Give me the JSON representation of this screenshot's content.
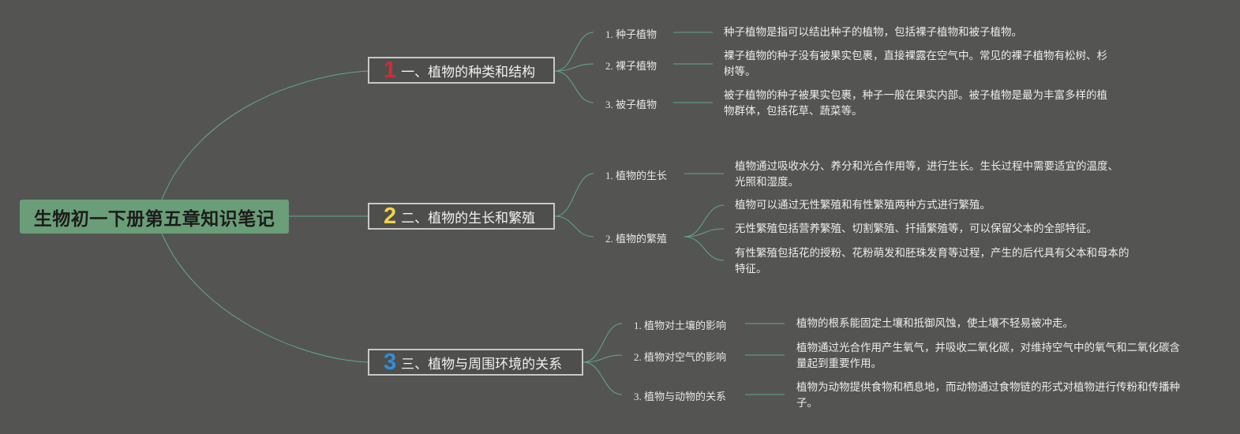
{
  "root": {
    "title": "生物初一下册第五章知识笔记"
  },
  "number_colors": {
    "1": "#d12b36",
    "2": "#f1d24a",
    "3": "#2f8fd8"
  },
  "branches": [
    {
      "number": "1",
      "title": "一、植物的种类和结构",
      "children": [
        {
          "label": "1. 种子植物",
          "notes": [
            "种子植物是指可以结出种子的植物，包括裸子植物和被子植物。"
          ]
        },
        {
          "label": "2. 裸子植物",
          "notes": [
            "裸子植物的种子没有被果实包裹，直接裸露在空气中。常见的裸子植物有松树、杉树等。"
          ]
        },
        {
          "label": "3. 被子植物",
          "notes": [
            "被子植物的种子被果实包裹，种子一般在果实内部。被子植物是最为丰富多样的植物群体，包括花草、蔬菜等。"
          ]
        }
      ]
    },
    {
      "number": "2",
      "title": "二、植物的生长和繁殖",
      "children": [
        {
          "label": "1. 植物的生长",
          "notes": [
            "植物通过吸收水分、养分和光合作用等，进行生长。生长过程中需要适宜的温度、光照和湿度。"
          ]
        },
        {
          "label": "2. 植物的繁殖",
          "notes": [
            "植物可以通过无性繁殖和有性繁殖两种方式进行繁殖。",
            "无性繁殖包括营养繁殖、切割繁殖、扦插繁殖等，可以保留父本的全部特征。",
            "有性繁殖包括花的授粉、花粉萌发和胚珠发育等过程，产生的后代具有父本和母本的特征。"
          ]
        }
      ]
    },
    {
      "number": "3",
      "title": "三、植物与周围环境的关系",
      "children": [
        {
          "label": "1. 植物对土壤的影响",
          "notes": [
            "植物的根系能固定土壤和抵御风蚀，使土壤不轻易被冲走。"
          ]
        },
        {
          "label": "2. 植物对空气的影响",
          "notes": [
            "植物通过光合作用产生氧气，并吸收二氧化碳，对维持空气中的氧气和二氧化碳含量起到重要作用。"
          ]
        },
        {
          "label": "3. 植物与动物的关系",
          "notes": [
            "植物为动物提供食物和栖息地，而动物通过食物链的形式对植物进行传粉和传播种子。"
          ]
        }
      ]
    }
  ]
}
